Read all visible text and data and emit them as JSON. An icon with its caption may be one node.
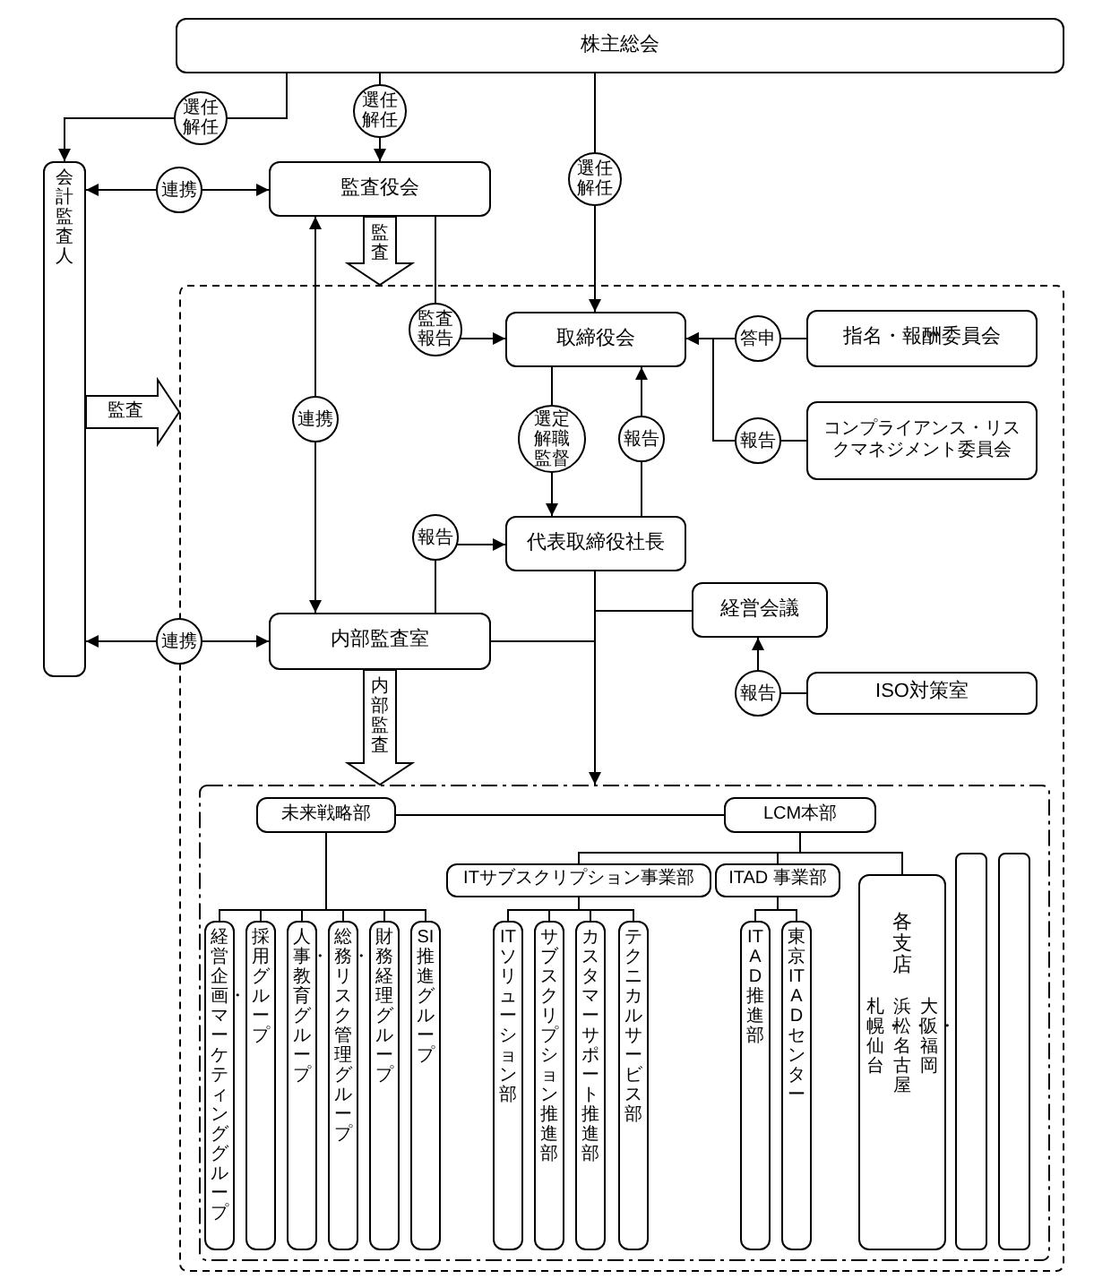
{
  "diagram": {
    "nodes": [
      {
        "text": [
          "株主総会"
        ]
      },
      {
        "text": [
          "会計監査人"
        ]
      },
      {
        "text": [
          "監査役会"
        ]
      },
      {
        "text": [],
        "shape": "box"
      },
      {
        "text": [
          "取締役会"
        ],
        "in": 3
      },
      {
        "text": [
          "指名・報酬委員会"
        ],
        "in": 3
      },
      {
        "text": [
          "コンプライアンス・リスクマネジメント委員会"
        ],
        "in": 3
      },
      {
        "text": [
          "代表取締役社長"
        ],
        "in": 3
      },
      {
        "text": [
          "内部監査室"
        ],
        "in": 3
      },
      {
        "text": [
          "経営会議"
        ],
        "in": 3
      },
      {
        "text": [
          "ISO対策室"
        ],
        "in": 3
      },
      {
        "text": [],
        "shape": "box",
        "in": 3
      },
      {
        "text": [
          "未来戦略部"
        ],
        "in": 11
      },
      {
        "text": [
          "LCM本部"
        ],
        "in": 11
      },
      {
        "text": [
          "ITサブスクリプション事業部"
        ],
        "in": 11
      },
      {
        "text": [
          "ITAD 事業部"
        ],
        "in": 11
      },
      {
        "text": [
          "各支店",
          "大阪・福岡",
          "浜松・名古屋",
          "札幌・仙台"
        ],
        "in": 11
      },
      {
        "text": [],
        "shape": "box",
        "in": 11
      },
      {
        "text": [],
        "shape": "box",
        "in": 11
      },
      {
        "text": [
          "経営企画・マーケティンググループ"
        ],
        "in": 11
      },
      {
        "text": [
          "採用グループ"
        ],
        "in": 11
      },
      {
        "text": [
          "人事・教育グループ"
        ],
        "in": 11
      },
      {
        "text": [
          "総務・リスク管理グループ"
        ],
        "in": 11
      },
      {
        "text": [
          "財務経理グループ"
        ],
        "in": 11
      },
      {
        "text": [
          "SI推進グループ"
        ],
        "in": 11
      },
      {
        "text": [
          "ITソリューション部"
        ],
        "in": 11
      },
      {
        "text": [
          "サブスクリプション推進部"
        ],
        "in": 11
      },
      {
        "text": [
          "カスタマーサポート推進部"
        ],
        "in": 11
      },
      {
        "text": [
          "テクニカルサービス部"
        ],
        "in": 11
      },
      {
        "text": [
          "ITAD推進部"
        ],
        "in": 11
      },
      {
        "text": [
          "東京ITADセンター"
        ],
        "in": 11
      }
    ],
    "edges": [
      {
        "from": 0,
        "to": 1,
        "arrow": "to",
        "label": "選任解任"
      },
      {
        "from": 0,
        "to": 2,
        "arrow": "to",
        "label": "選任解任"
      },
      {
        "from": 0,
        "to": 4,
        "arrow": "to",
        "label": "選任解任"
      },
      {
        "from": 1,
        "to": 2,
        "arrow": "both",
        "label": "連携"
      },
      {
        "from": 2,
        "to": 3,
        "arrow": "to",
        "label": "監査",
        "style": "thick"
      },
      {
        "from": 2,
        "to": 4,
        "arrow": "to",
        "label": "監査報告"
      },
      {
        "from": 8,
        "to": 2,
        "arrow": "both",
        "label": "連携"
      },
      {
        "from": 1,
        "to": 3,
        "arrow": "to",
        "label": "監査",
        "style": "thick"
      },
      {
        "from": 4,
        "to": 7,
        "arrow": "to",
        "label": "選定解職監督"
      },
      {
        "from": 7,
        "to": 4,
        "arrow": "to",
        "label": "報告"
      },
      {
        "from": 5,
        "to": 4,
        "arrow": "to",
        "label": "答申"
      },
      {
        "from": 6,
        "to": 4,
        "arrow": "to",
        "label": "報告"
      },
      {
        "from": 8,
        "to": 7,
        "arrow": "to",
        "label": "報告"
      },
      {
        "from": 1,
        "to": 8,
        "arrow": "both",
        "label": "連携"
      },
      {
        "from": 7,
        "to": 9,
        "arrow": "none"
      },
      {
        "from": 7,
        "to": 8,
        "arrow": "none"
      },
      {
        "from": 7,
        "to": 11,
        "arrow": "to"
      },
      {
        "from": 10,
        "to": 9,
        "arrow": "to",
        "label": "報告"
      },
      {
        "from": 8,
        "to": 11,
        "arrow": "to",
        "label": "内部監査",
        "style": "thick"
      },
      {
        "from": 12,
        "to": 13,
        "arrow": "none"
      },
      {
        "from": 12,
        "to": 19,
        "arrow": "none"
      },
      {
        "from": 12,
        "to": 20,
        "arrow": "none"
      },
      {
        "from": 12,
        "to": 21,
        "arrow": "none"
      },
      {
        "from": 12,
        "to": 22,
        "arrow": "none"
      },
      {
        "from": 12,
        "to": 23,
        "arrow": "none"
      },
      {
        "from": 12,
        "to": 24,
        "arrow": "none"
      },
      {
        "from": 13,
        "to": 14,
        "arrow": "none"
      },
      {
        "from": 13,
        "to": 15,
        "arrow": "none"
      },
      {
        "from": 13,
        "to": 16,
        "arrow": "none"
      },
      {
        "from": 14,
        "to": 25,
        "arrow": "none"
      },
      {
        "from": 14,
        "to": 26,
        "arrow": "none"
      },
      {
        "from": 14,
        "to": 27,
        "arrow": "none"
      },
      {
        "from": 14,
        "to": 28,
        "arrow": "none"
      },
      {
        "from": 15,
        "to": 29,
        "arrow": "none"
      },
      {
        "from": 15,
        "to": 30,
        "arrow": "none"
      }
    ]
  }
}
